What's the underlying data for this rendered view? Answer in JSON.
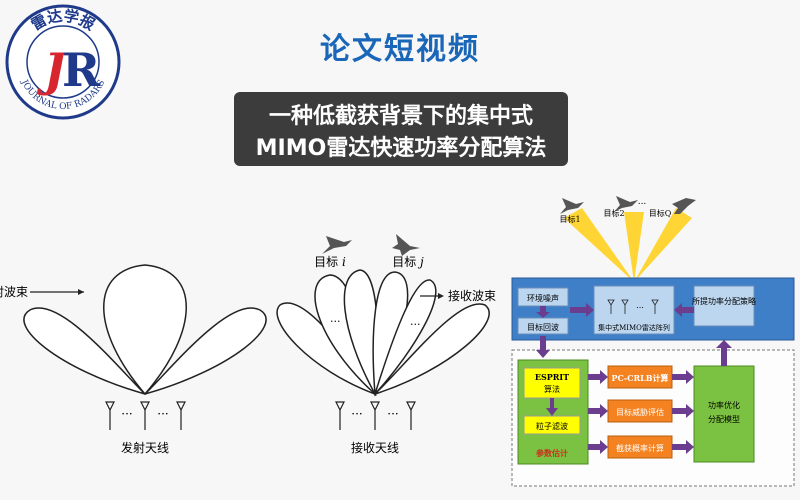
{
  "logo": {
    "top_text": "雷达学报",
    "bottom_text": "JOURNAL OF RADARS",
    "monogram": "JR"
  },
  "header": {
    "title": "论文短视频"
  },
  "banner": {
    "line1": "一种低截获背景下的集中式",
    "line2": "MIMO雷达快速功率分配算法"
  },
  "transmit_figure": {
    "beam_label": "发射波束",
    "antenna_label": "发射天线",
    "dots": "···"
  },
  "receive_figure": {
    "target_i_prefix": "目标",
    "target_i_var": "i",
    "target_j_prefix": "目标",
    "target_j_var": "j",
    "beam_label": "接收波束",
    "antenna_label": "接收天线",
    "dots": "···"
  },
  "flow_figure": {
    "targets": [
      "目标1",
      "目标2",
      "目标Q"
    ],
    "target_dots": "...",
    "env_noise": "环境噪声",
    "array": "集中式MIMO雷达阵列",
    "strategy": "所提功率分配策略",
    "echo": "目标回波",
    "esprit_line1": "ESPRIT",
    "esprit_line2": "算法",
    "particle_filter": "粒子滤波",
    "param_est": "参数估计",
    "pc_crlb": "PC-CRLB计算",
    "threat": "目标威胁评估",
    "intercept": "截获概率计算",
    "optimize_line1": "功率优化",
    "optimize_line2": "分配模型"
  },
  "colors": {
    "title_blue": "#1a66b8",
    "banner_bg": "#3c3c3c",
    "panel_blue": "#3f7fc8",
    "arrow_purple": "#6a3d8f",
    "box_green": "#7cc242",
    "box_orange": "#f58220",
    "box_yellow": "#ffff00",
    "beam_yellow": "#ffd21f"
  }
}
